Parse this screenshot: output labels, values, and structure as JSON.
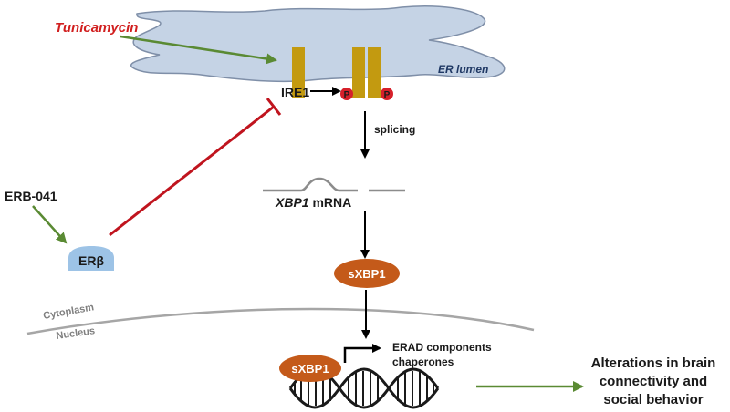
{
  "labels": {
    "tunicamycin": "Tunicamycin",
    "er_lumen": "ER lumen",
    "ire1": "IRE1",
    "phospho": "P",
    "splicing": "splicing",
    "xbp1_gene": "XBP1",
    "xbp1_mrna": " mRNA",
    "erb041": "ERB-041",
    "er_beta": "ERβ",
    "sxbp1": "sXBP1",
    "cytoplasm": "Cytoplasm",
    "nucleus": "Nucleus",
    "erad_line1": "ERAD components",
    "erad_line2": "chaperones",
    "outcome_line1": "Alterations in brain",
    "outcome_line2": "connectivity and",
    "outcome_line3": "social behavior"
  },
  "colors": {
    "er_membrane_fill": "#c5d3e5",
    "er_membrane_stroke": "#7f8fa8",
    "ire1_gold": "#c39a10",
    "phospho_red": "#d6202a",
    "sxbp1_orange": "#c45a1a",
    "er_beta_blue": "#9dc3e6",
    "activation_green": "#5a8a33",
    "inhibition_red": "#c0141e",
    "tunicamycin_red": "#d11f1f"
  }
}
